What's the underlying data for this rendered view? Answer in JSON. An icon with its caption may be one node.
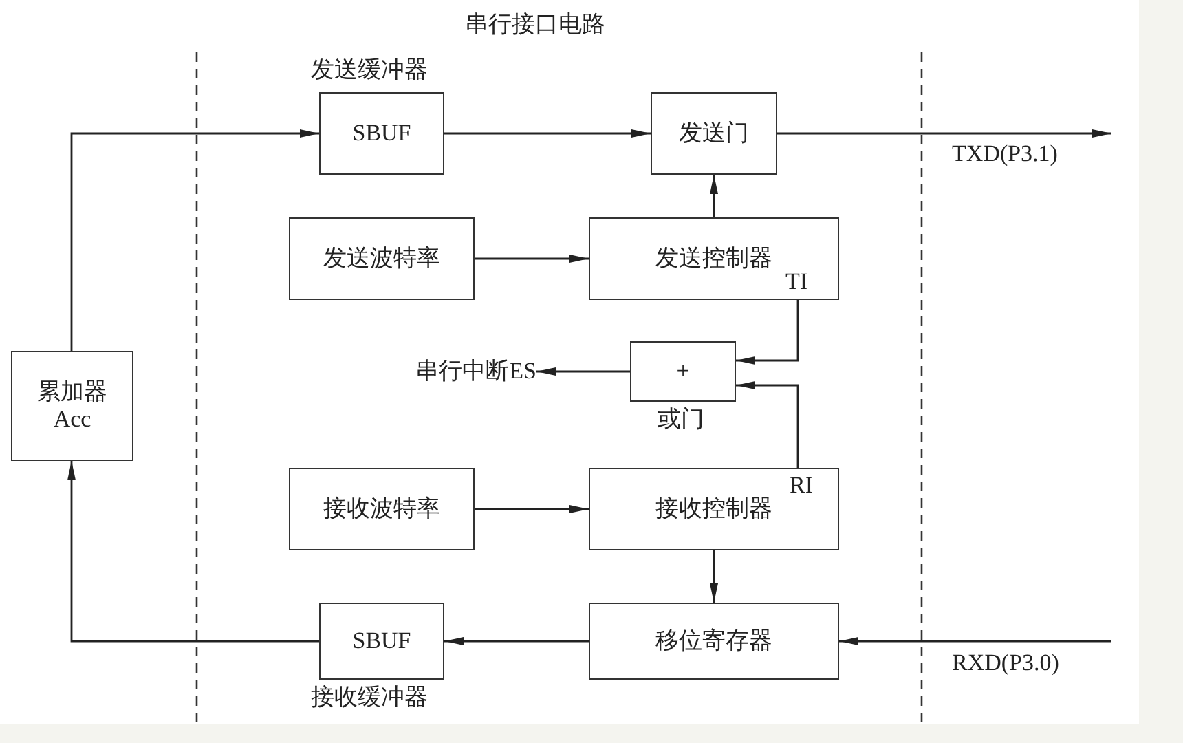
{
  "diagram": {
    "title": "串行接口电路",
    "nodes": [
      {
        "text": [
          "累加器 Acc"
        ]
      },
      {
        "text": [
          "发送缓冲器",
          "SBUF"
        ]
      },
      {
        "text": [
          "发送门"
        ]
      },
      {
        "text": [
          "发送波特率"
        ]
      },
      {
        "text": [
          "发送控制器",
          "TI"
        ]
      },
      {
        "text": [
          "+"
        ],
        "beside": [
          "或门"
        ]
      },
      {
        "text": [
          "接收波特率"
        ]
      },
      {
        "text": [
          "接收控制器",
          "RI"
        ]
      },
      {
        "text": [
          "SBUF"
        ],
        "beside": [
          "接收缓冲器"
        ]
      },
      {
        "text": [
          "移位寄存器"
        ]
      },
      {
        "text": [
          "串行中断ES"
        ]
      }
    ],
    "edges": [
      {
        "from": 0,
        "to": 1,
        "arrow": "to"
      },
      {
        "from": 1,
        "to": 2,
        "arrow": "to"
      },
      {
        "from": 2,
        "to": null,
        "arrow": "to"
      },
      {
        "from": 3,
        "to": 4,
        "arrow": "to"
      },
      {
        "from": 4,
        "to": 2,
        "arrow": "to"
      },
      {
        "from": 4,
        "to": 5,
        "arrow": "to"
      },
      {
        "from": 7,
        "to": 5,
        "arrow": "to"
      },
      {
        "from": 5,
        "to": 10,
        "arrow": "to"
      },
      {
        "from": 6,
        "to": 7,
        "arrow": "to"
      },
      {
        "from": 7,
        "to": 9,
        "arrow": "to"
      },
      {
        "from": null,
        "to": 9,
        "arrow": "to"
      },
      {
        "from": 9,
        "to": 8,
        "arrow": "to"
      },
      {
        "from": 8,
        "to": 0,
        "arrow": "to"
      }
    ],
    "labels": [
      "TXD(P3.1)",
      "RXD(P3.0)"
    ]
  }
}
